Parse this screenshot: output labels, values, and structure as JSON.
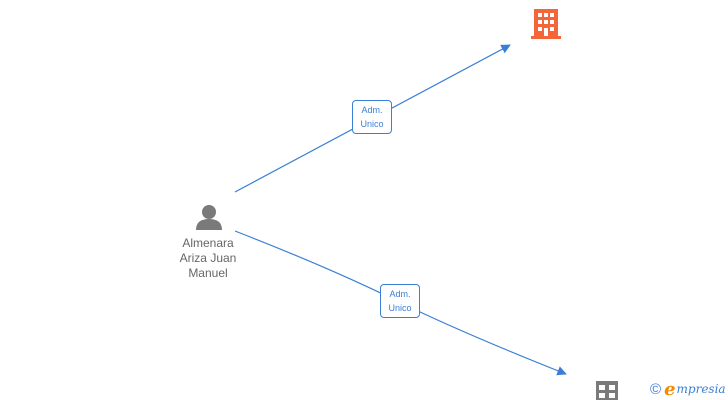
{
  "person": {
    "name_lines": [
      "Almenara",
      "Ariza Juan",
      "Manuel"
    ],
    "icon": "person-icon"
  },
  "companies": [
    {
      "icon": "building-icon",
      "color": "#f4663a"
    },
    {
      "icon": "building-icon",
      "color": "#7a7a7a"
    }
  ],
  "edges": [
    {
      "label_lines": [
        "Adm.",
        "Unico"
      ],
      "color": "#3a7fd5"
    },
    {
      "label_lines": [
        "Adm.",
        "Unico"
      ],
      "color": "#3a7fd5"
    }
  ],
  "branding": {
    "copyright_symbol": "©",
    "logo_initial": "e",
    "logo_rest": "mpresia"
  }
}
